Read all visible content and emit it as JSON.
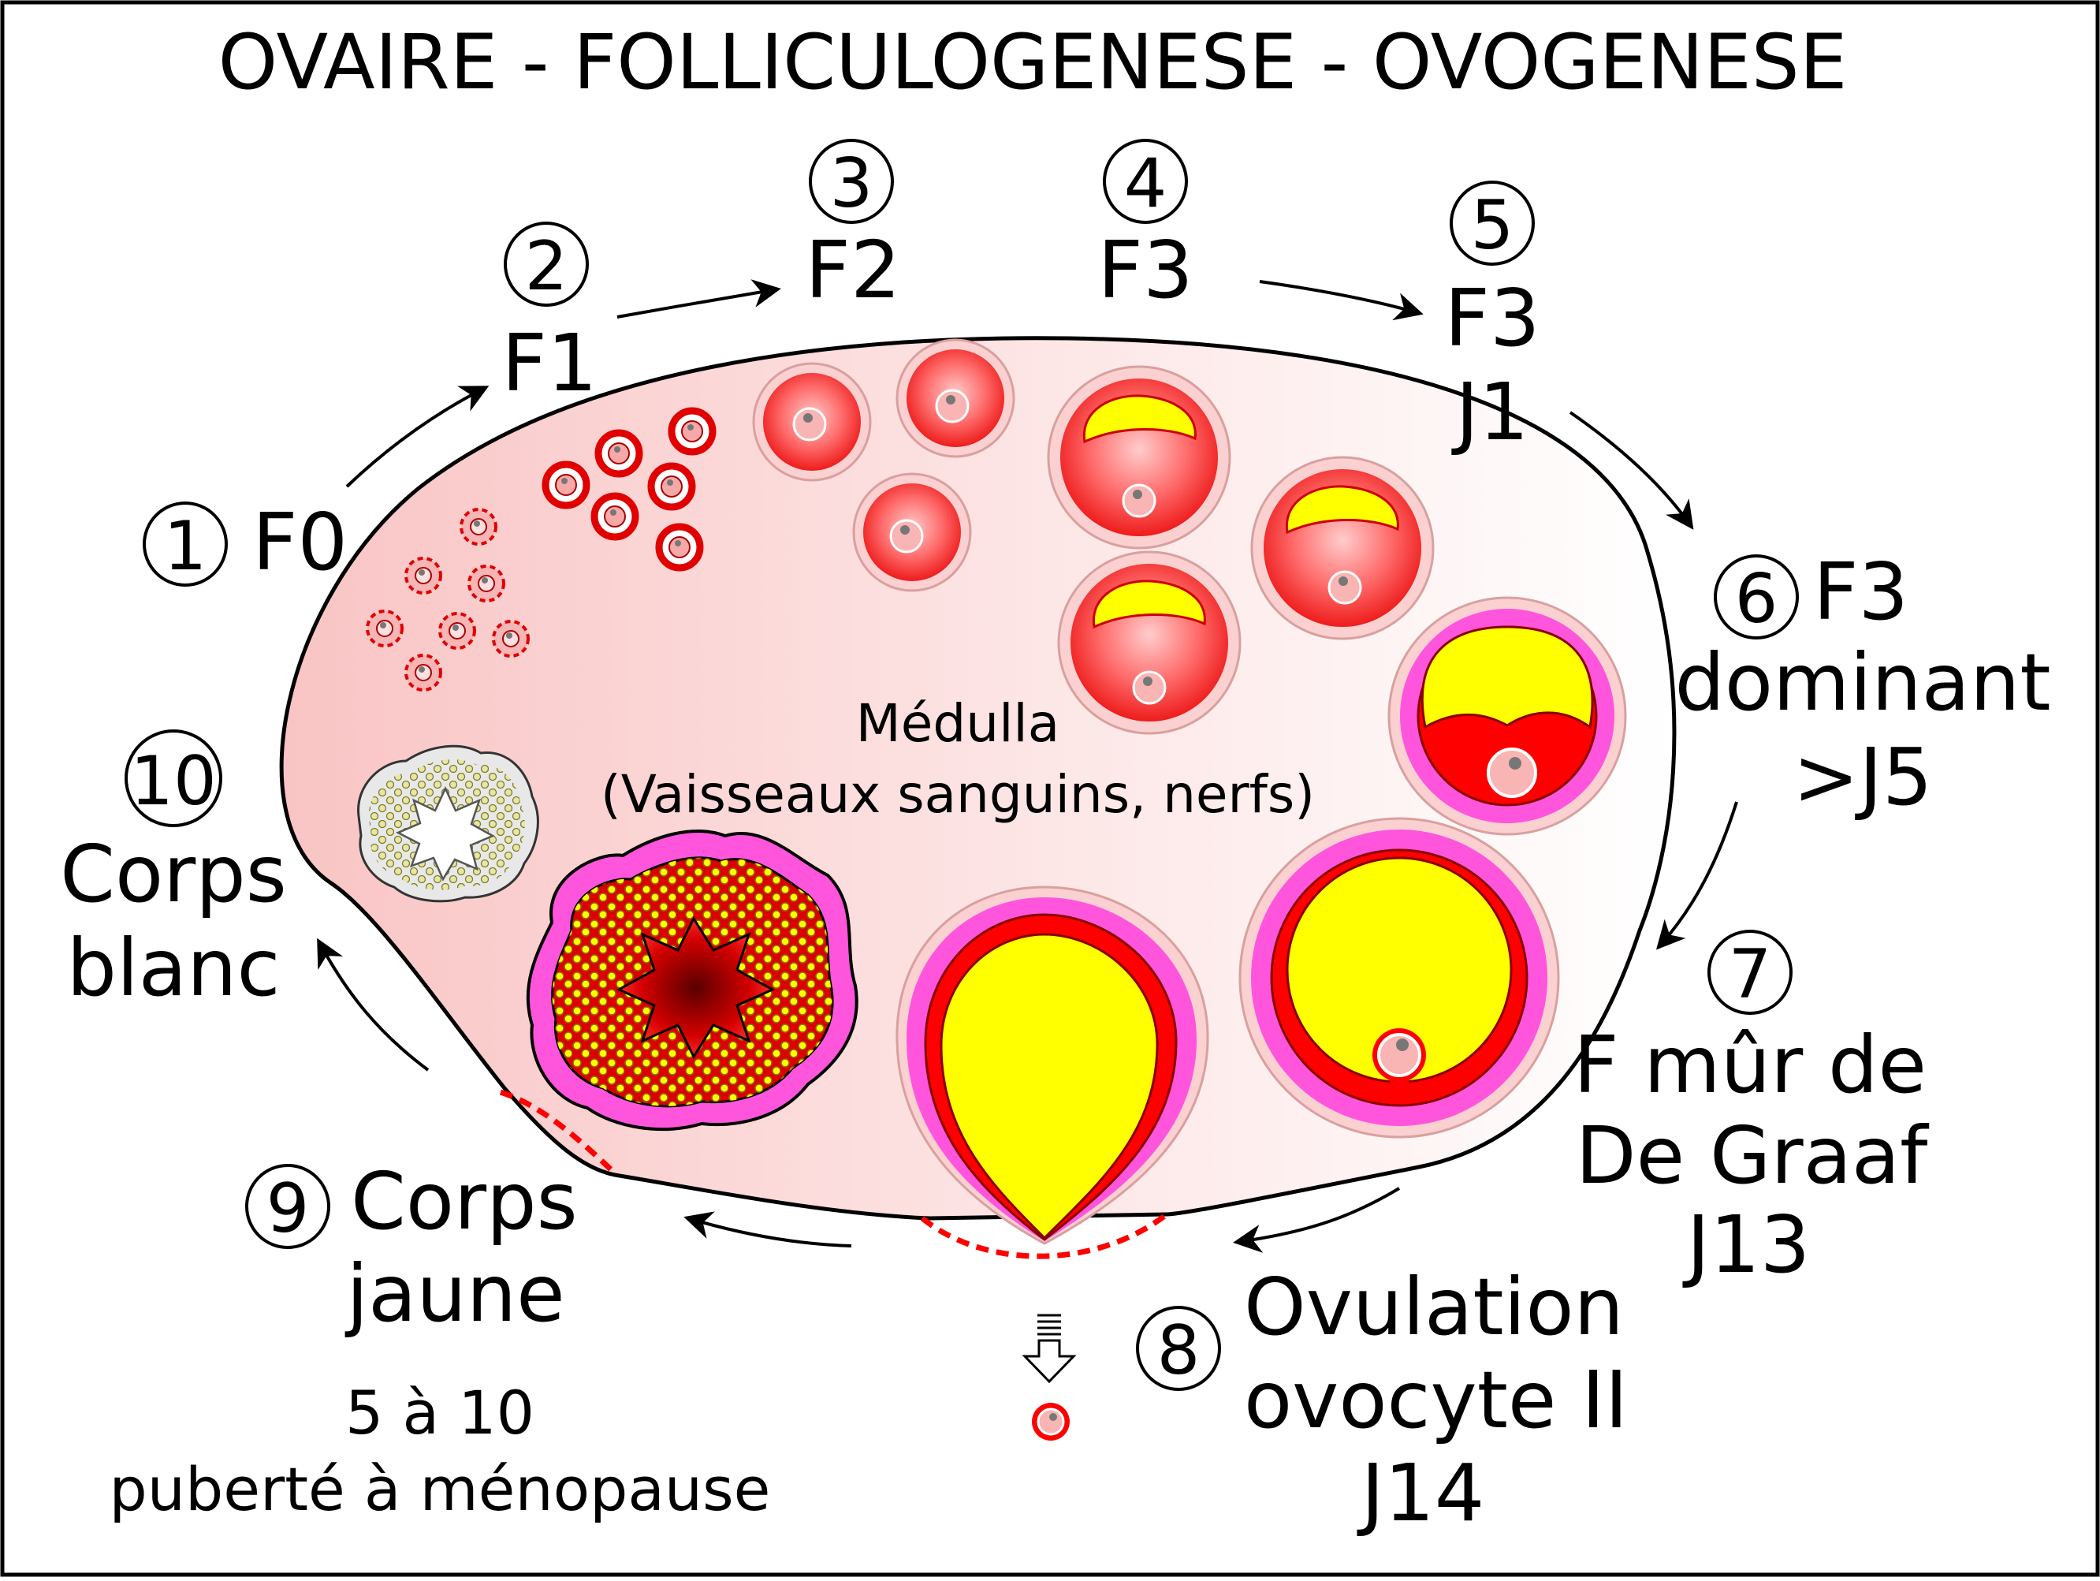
{
  "title": "OVAIRE - FOLLICULOGENESE - OVOGENESE",
  "center_label": {
    "line1": "Médulla",
    "line2": "(Vaisseaux sanguins, nerfs)"
  },
  "stages": [
    {
      "number": "1",
      "lines": [
        "F0"
      ]
    },
    {
      "number": "2",
      "lines": [
        "F1"
      ]
    },
    {
      "number": "3",
      "lines": [
        "F2"
      ]
    },
    {
      "number": "4",
      "lines": [
        "F3"
      ]
    },
    {
      "number": "5",
      "lines": [
        "F3",
        "J1"
      ]
    },
    {
      "number": "6",
      "lines": [
        "F3",
        "dominant",
        ">J5"
      ]
    },
    {
      "number": "7",
      "lines": [
        "F mûr de",
        "De Graaf",
        "J13"
      ]
    },
    {
      "number": "8",
      "lines": [
        "Ovulation",
        "ovocyte II",
        "J14"
      ]
    },
    {
      "number": "9",
      "lines": [
        "Corps",
        "jaune"
      ]
    },
    {
      "number": "10",
      "lines": [
        "Corps",
        "blanc"
      ]
    }
  ],
  "footnote": {
    "line1": "5 à 10",
    "line2": "puberté à ménopause"
  },
  "colors": {
    "follicle_red": "#ff2a2a",
    "antrum_yellow": "#ffff00",
    "theca_magenta": "#ff55dd",
    "stroma_pink": "#fbd5d5",
    "rupture_line": "#ff0000"
  }
}
